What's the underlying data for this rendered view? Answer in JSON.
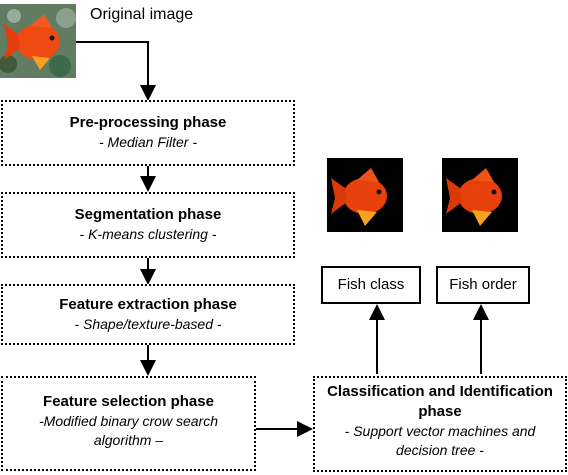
{
  "original_label": "Original image",
  "phases": [
    {
      "title": "Pre-processing phase",
      "method": "- Median Filter -"
    },
    {
      "title": "Segmentation phase",
      "method": "- K-means clustering -"
    },
    {
      "title": "Feature extraction phase",
      "method": "- Shape/texture-based -"
    },
    {
      "title": "Feature selection phase",
      "method": "-Modified binary crow search algorithm –"
    }
  ],
  "classification": {
    "title": "Classification and Identification phase",
    "method": "- Support vector machines and decision tree -"
  },
  "outputs": [
    {
      "label": "Fish class"
    },
    {
      "label": "Fish order"
    }
  ]
}
